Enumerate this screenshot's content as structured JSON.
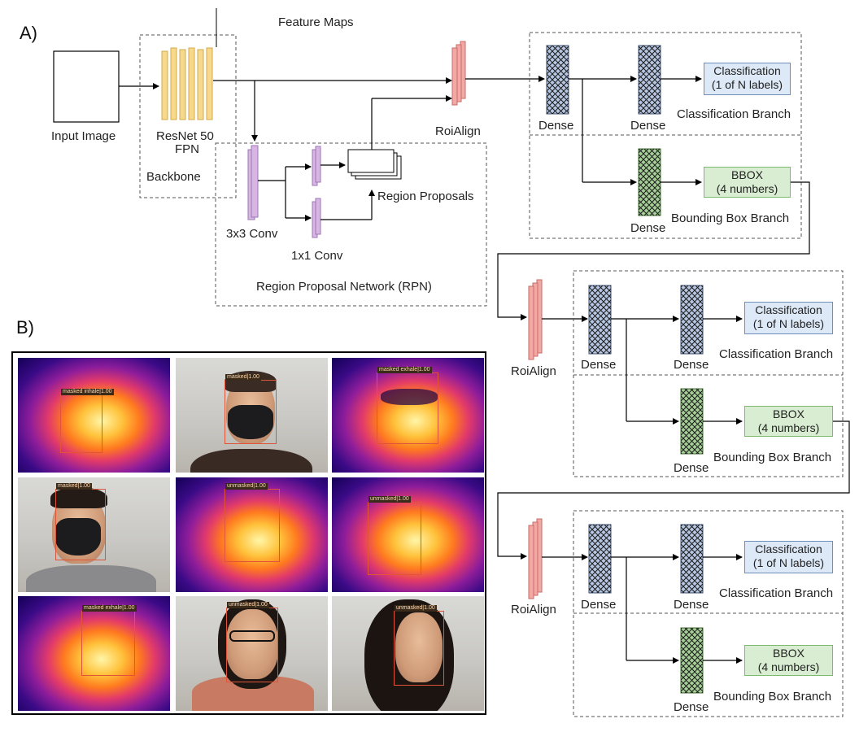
{
  "panels": {
    "a": "A)",
    "b": "B)"
  },
  "colors": {
    "backbone": "#f7d98b",
    "rpn": "#d7b6e4",
    "roialign": "#f2a9a6",
    "classification": "#dde9f7",
    "bbox": "#d9edd2",
    "dense": "#b7c7e3",
    "dense_bbox": "#a6cf98"
  },
  "stage1": {
    "input_image": "Input Image",
    "feature_maps": "Feature Maps",
    "resnet": "ResNet 50",
    "fpn": "FPN",
    "backbone": "Backbone",
    "roialign": "RoiAlign",
    "conv3": "3x3 Conv",
    "conv1": "1x1 Conv",
    "region_proposals": "Region Proposals",
    "rpn": "Region Proposal Network (RPN)",
    "dense": "Dense",
    "classification_line1": "Classification",
    "classification_line2": "(1 of N labels)",
    "classification_branch": "Classification Branch",
    "bbox_line1": "BBOX",
    "bbox_line2": "(4 numbers)",
    "bbox_branch": "Bounding Box Branch"
  },
  "stage2": {
    "roialign": "RoiAlign",
    "dense": "Dense",
    "classification_line1": "Classification",
    "classification_line2": "(1 of N labels)",
    "classification_branch": "Classification Branch",
    "bbox_line1": "BBOX",
    "bbox_line2": "(4 numbers)",
    "bbox_branch": "Bounding Box Branch"
  },
  "stage3": {
    "roialign": "RoiAlign",
    "dense": "Dense",
    "classification_line1": "Classification",
    "classification_line2": "(1 of N labels)",
    "classification_branch": "Classification Branch",
    "bbox_line1": "BBOX",
    "bbox_line2": "(4 numbers)",
    "bbox_branch": "Bounding Box Branch"
  },
  "detections": [
    "masked inhale|1.00",
    "masked|1.00",
    "masked exhale|1.00",
    "masked|1.00",
    "unmasked|1.00",
    "unmasked|1.00",
    "masked exhale|1.00",
    "unmasked|1.00",
    "unmasked|1.00"
  ]
}
